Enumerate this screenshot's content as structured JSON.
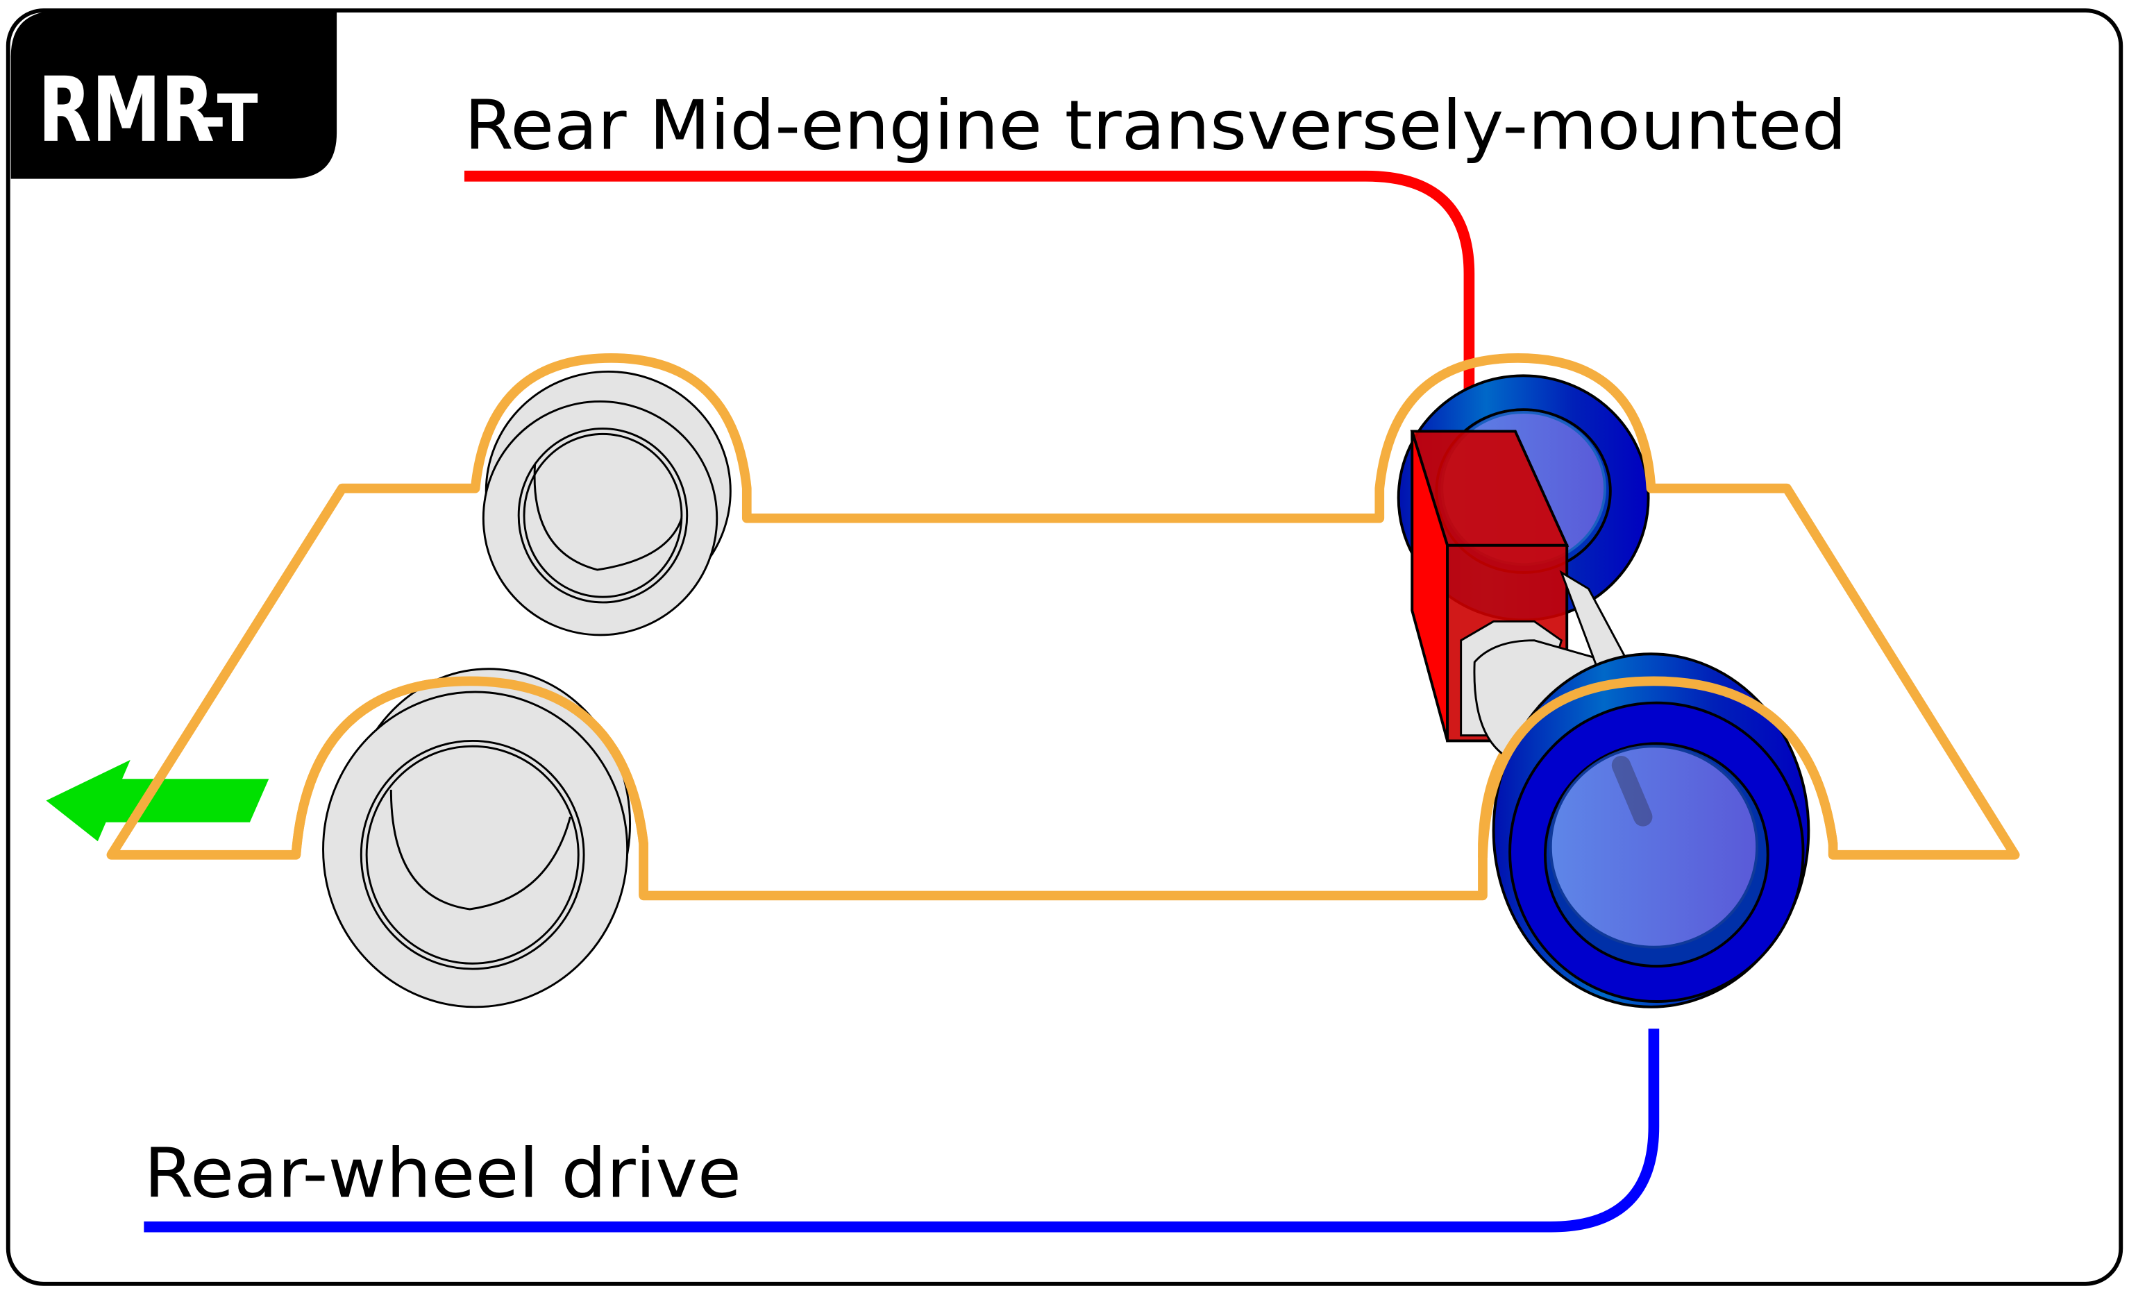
{
  "badge": {
    "main": "RMR",
    "suffix": "-T"
  },
  "labels": {
    "engine_layout": "Rear Mid-engine transversely-mounted",
    "drivetrain": "Rear-wheel drive"
  },
  "colors": {
    "frame": "#000000",
    "badge_bg": "#000000",
    "body_outline": "#f5ae3f",
    "engine": "#ff0000",
    "engine_leader": "#ff0000",
    "drive_leader": "#0000ff",
    "drive_wheel": "#0000cc",
    "drive_wheel_hub": "#5a6ee0",
    "free_wheel": "#e4e4e4",
    "direction_arrow": "#00e000"
  },
  "icons": {
    "direction": "arrow-left-icon"
  }
}
